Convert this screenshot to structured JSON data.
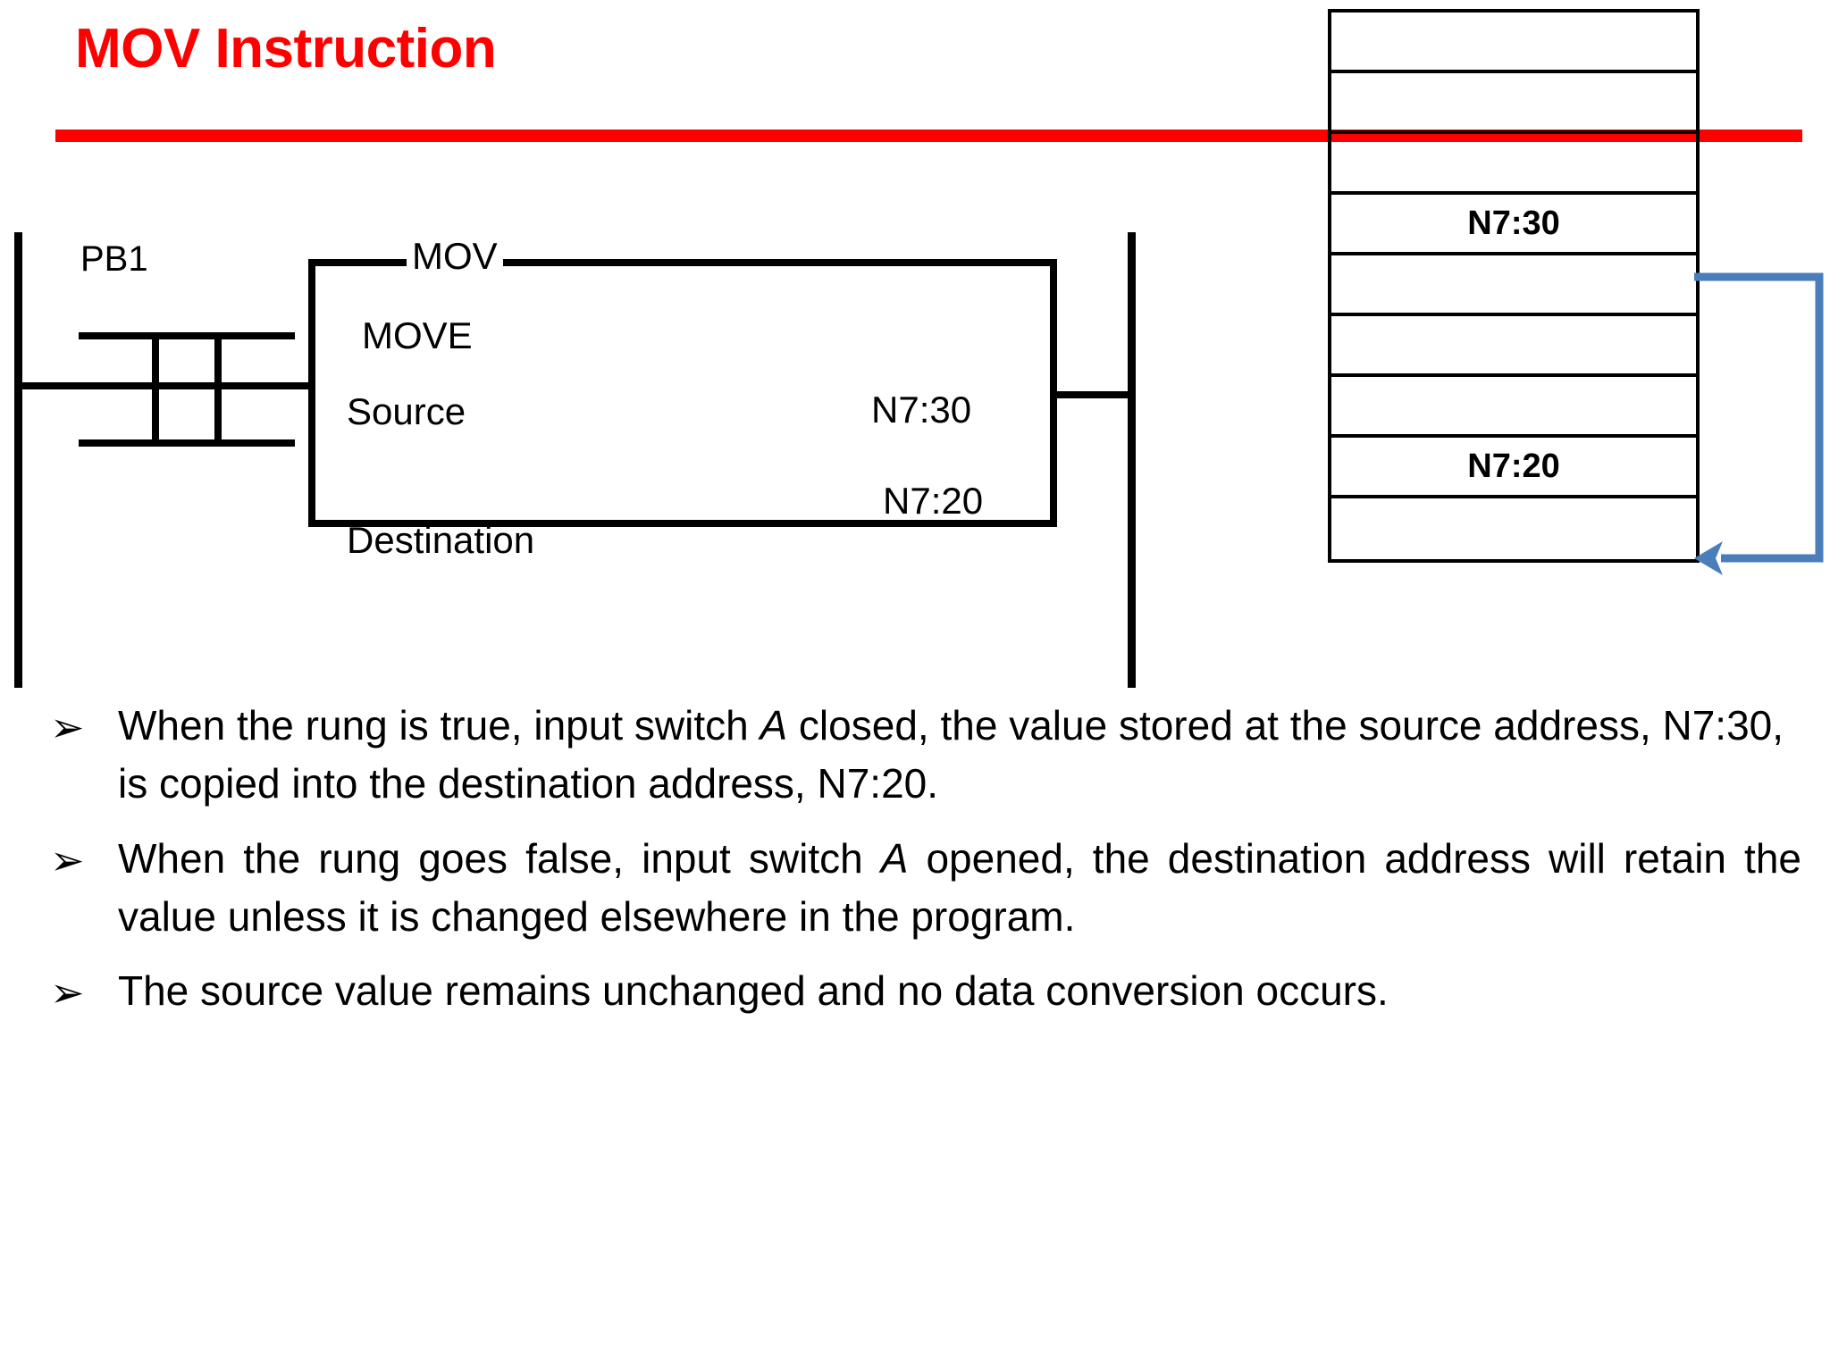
{
  "slide": {
    "title": "MOV Instruction",
    "title_color": "#FF0000",
    "rule_color": "#FF0000"
  },
  "ladder": {
    "contact_label": "PB1",
    "instruction_tag": "MOV",
    "instruction_name": "MOVE",
    "source_label": "Source",
    "source_value": "N7:30",
    "destination_label": "Destination",
    "destination_value": "N7:20"
  },
  "memory_table": {
    "rows": [
      {
        "label": ""
      },
      {
        "label": ""
      },
      {
        "label": ""
      },
      {
        "label": "N7:30"
      },
      {
        "label": ""
      },
      {
        "label": ""
      },
      {
        "label": ""
      },
      {
        "label": "N7:20"
      },
      {
        "label": ""
      }
    ],
    "arrow_color": "#4A7EBB",
    "arrow_from_row": 3,
    "arrow_to_row": 7
  },
  "bullets": [
    {
      "marker": "➢",
      "parts": [
        {
          "text": "When the rung is true, input switch "
        },
        {
          "text": "A",
          "italic": true
        },
        {
          "text": " closed, the value stored at the source address, N7:30, is copied into the destination address, N7:20."
        }
      ],
      "justify": false
    },
    {
      "marker": "➢",
      "parts": [
        {
          "text": "When the rung goes false, input switch "
        },
        {
          "text": "A",
          "italic": true
        },
        {
          "text": " opened, the destination address will retain the value unless it is changed elsewhere in the program."
        }
      ],
      "justify": true
    },
    {
      "marker": "➢",
      "parts": [
        {
          "text": "The source value remains unchanged and no data conversion occurs."
        }
      ],
      "justify": false
    }
  ]
}
